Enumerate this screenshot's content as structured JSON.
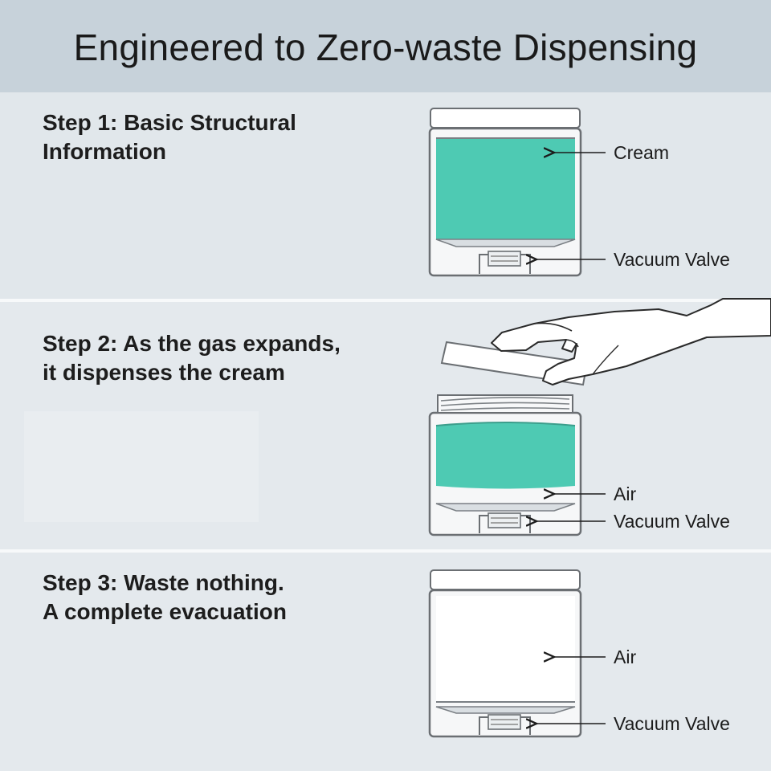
{
  "header": {
    "title": "Engineered to Zero-waste Dispensing"
  },
  "steps": [
    {
      "title_line1": "Step 1: Basic Structural",
      "title_line2": "Information",
      "labels": {
        "cream": "Cream",
        "valve": "Vacuum Valve"
      }
    },
    {
      "title_line1": "Step 2: As the gas expands,",
      "title_line2": "it dispenses the cream",
      "labels": {
        "air": "Air",
        "valve": "Vacuum Valve"
      }
    },
    {
      "title_line1": "Step 3: Waste nothing.",
      "title_line2": "A complete evacuation",
      "labels": {
        "air": "Air",
        "valve": "Vacuum Valve"
      }
    }
  ],
  "colors": {
    "cream": "#4ecab3",
    "jar_outline": "#6b6f73",
    "header_bg": "#c7d2da",
    "panel_bg": "#e2e8ec"
  },
  "icons": [
    "hand-icon",
    "jar-lid-icon",
    "vacuum-valve-icon",
    "arrow-left-icon"
  ]
}
